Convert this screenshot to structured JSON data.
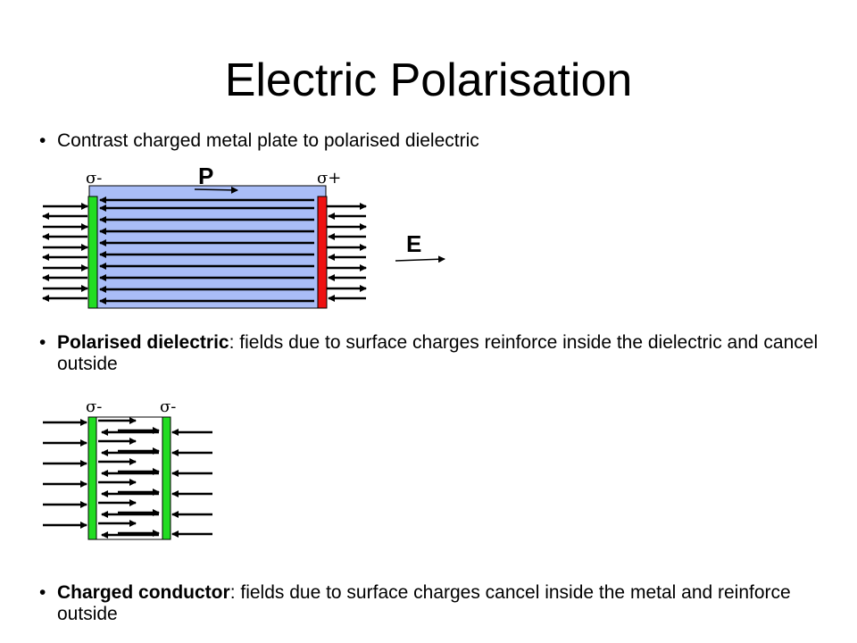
{
  "slide": {
    "title": "Electric Polarisation",
    "bullets": [
      {
        "bold": "",
        "text": "Contrast charged metal plate to polarised dielectric"
      },
      {
        "bold": "Polarised dielectric",
        "text": ": fields due to surface charges reinforce inside the dielectric and cancel outside"
      },
      {
        "bold": "Charged conductor",
        "text": ": fields due to surface charges cancel inside the metal and reinforce outside"
      }
    ],
    "bullet_glyph": "•"
  },
  "diagram1": {
    "label_left": "σ-",
    "label_right": "σ+",
    "label_p": "P",
    "label_e": "E",
    "colors": {
      "dielectric": "#a9bdf7",
      "neg_plate": "#22dd22",
      "pos_plate": "#ee1111"
    }
  },
  "diagram2": {
    "label_left": "σ-",
    "label_right": "σ-",
    "colors": {
      "plate": "#22dd22"
    }
  }
}
